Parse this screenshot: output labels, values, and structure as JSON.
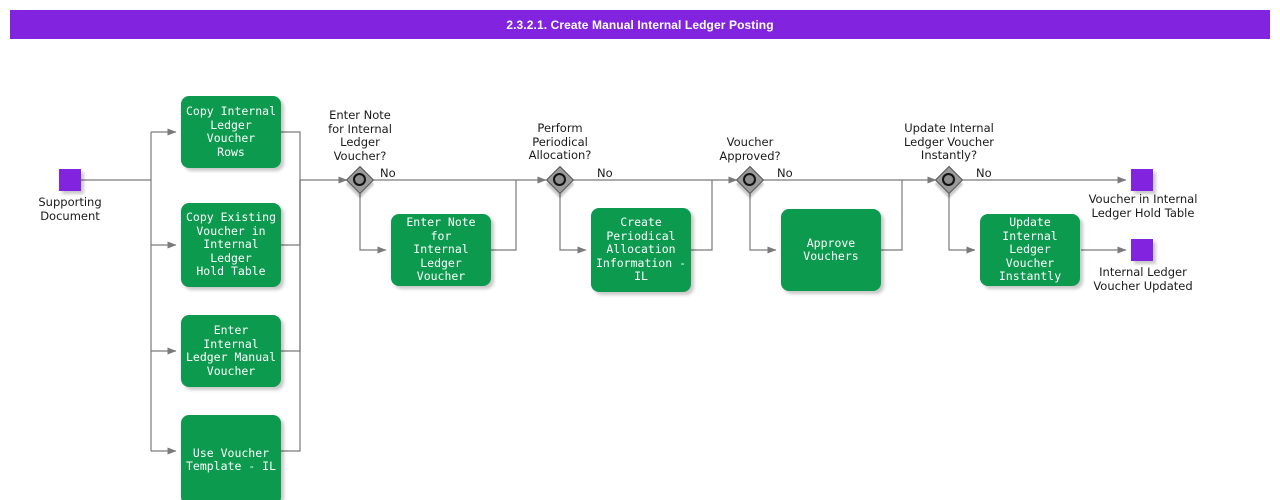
{
  "diagram": {
    "title": "2.3.2.1. Create Manual Internal Ledger Posting",
    "colors": {
      "header_bar": "#8223e0",
      "task_fill": "#0c9a4e",
      "event_fill": "#8223e0",
      "gateway_fill": "#9a9a9a",
      "edge_stroke": "#7a7a7a",
      "text_on_task": "#ffffff",
      "text_label": "#1a1a1a"
    },
    "start_node": {
      "name": "supporting-document",
      "label": "Supporting\nDocument"
    },
    "tasks": [
      {
        "id": "copy-internal-ledger-voucher-rows",
        "label": "Copy Internal\nLedger Voucher\nRows"
      },
      {
        "id": "copy-existing-voucher-in-internal-ledger-hold-table",
        "label": "Copy Existing\nVoucher in\nInternal Ledger\nHold Table"
      },
      {
        "id": "enter-internal-ledger-manual-voucher",
        "label": "Enter Internal\nLedger Manual\nVoucher"
      },
      {
        "id": "use-voucher-template-il",
        "label": "Use Voucher\nTemplate - IL"
      },
      {
        "id": "enter-note-for-internal-ledger-voucher",
        "label": "Enter Note for\nInternal Ledger\nVoucher"
      },
      {
        "id": "create-periodical-allocation-information-il",
        "label": "Create\nPeriodical\nAllocation\nInformation - IL"
      },
      {
        "id": "approve-vouchers",
        "label": "Approve\nVouchers"
      },
      {
        "id": "update-internal-ledger-voucher-instantly",
        "label": "Update Internal\nLedger Voucher\nInstantly"
      }
    ],
    "gateways": [
      {
        "id": "enter-note-for-internal-ledger-voucher-gateway",
        "label": "Enter Note\nfor Internal\nLedger\nVoucher?",
        "branch_label": "No"
      },
      {
        "id": "perform-periodical-allocation-gateway",
        "label": "Perform\nPeriodical\nAllocation?",
        "branch_label": "No"
      },
      {
        "id": "voucher-approved-gateway",
        "label": "Voucher\nApproved?",
        "branch_label": "No"
      },
      {
        "id": "update-internal-ledger-voucher-instantly-gateway",
        "label": "Update Internal\nLedger Voucher\nInstantly?",
        "branch_label": "No"
      }
    ],
    "end_nodes": [
      {
        "id": "voucher-in-internal-ledger-hold-table",
        "label": "Voucher in Internal\nLedger Hold Table"
      },
      {
        "id": "internal-ledger-voucher-updated",
        "label": "Internal Ledger\nVoucher Updated"
      }
    ]
  }
}
